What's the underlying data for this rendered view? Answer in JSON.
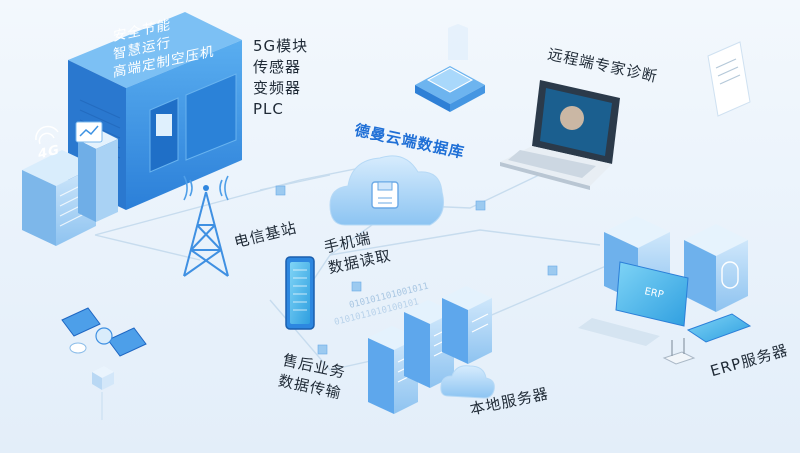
{
  "compressor": {
    "lines": [
      "安全节能",
      "智慧运行",
      "高端定制空压机"
    ],
    "badge": "4G"
  },
  "modules": [
    "5G模块",
    "传感器",
    "变频器",
    "PLC"
  ],
  "labels": {
    "tower": "电信基站",
    "cloud": "德曼云端数据库",
    "laptop": "远程端专家诊断",
    "phone": [
      "手机端",
      "数据读取"
    ],
    "after_sales": [
      "售后业务",
      "数据传输"
    ],
    "local_server": "本地服务器",
    "erp_server": "ERP服务器",
    "erp_screen": "ERP"
  },
  "binary_text": [
    "010101101001011",
    "0101011010100101"
  ]
}
